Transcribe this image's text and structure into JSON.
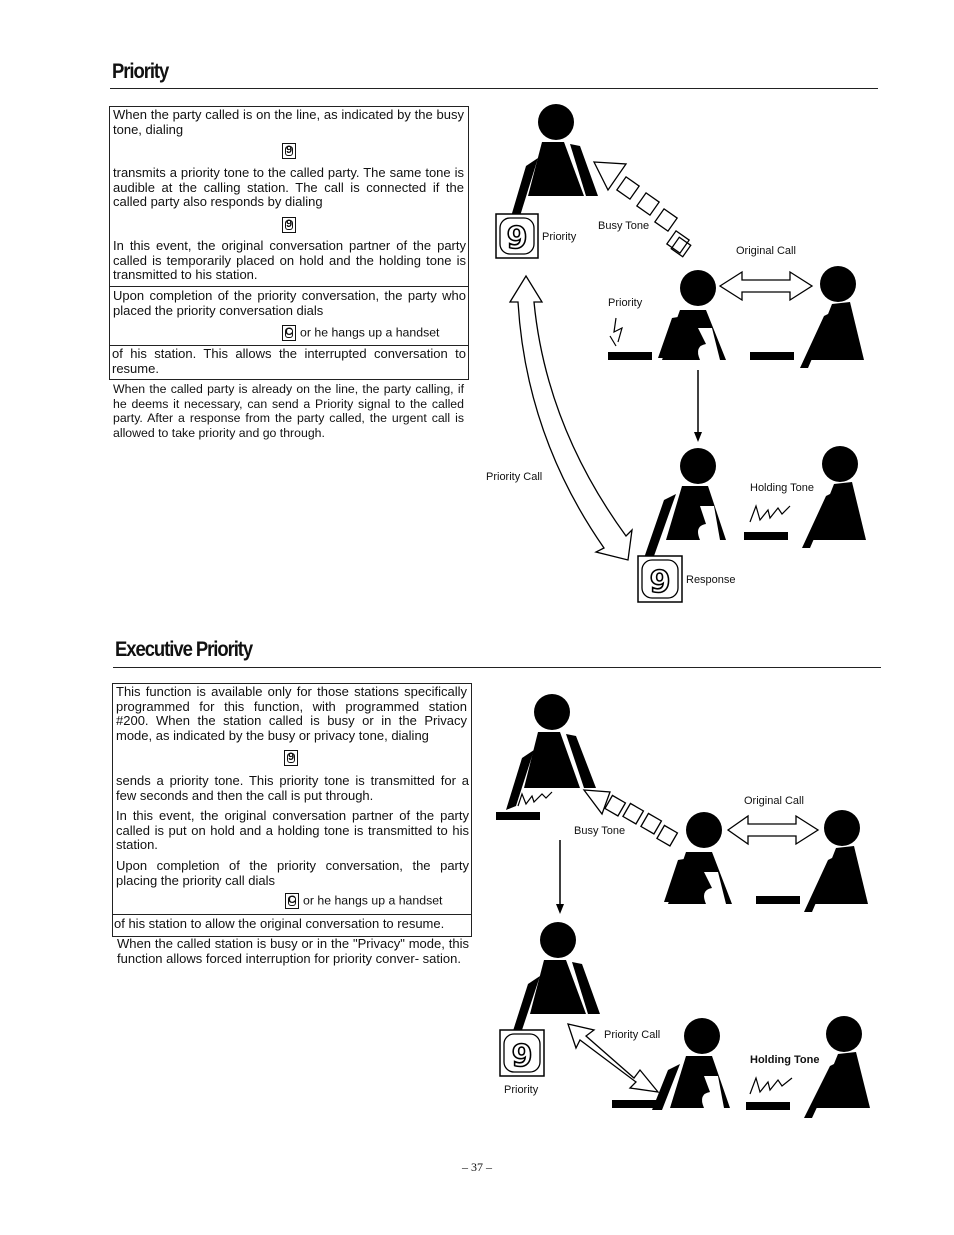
{
  "section1": {
    "title": "Priority",
    "p1": "When the party called is on the line, as indicated by the busy tone, dialing",
    "key1": "9",
    "p2": "transmits a priority tone to the called party. The same tone is audible at the calling station. The call is connected if the called party also responds by dialing",
    "key2": "9",
    "p3": "In this event, the original conversation partner of the party called is temporarily placed on hold and the holding tone is transmitted to his station.",
    "p4": "Upon completion of the priority conversation, the party who placed the priority conversation dials",
    "key3": "C",
    "key3_suffix": "or he hangs up a handset",
    "p5": "of his station. This allows the interrupted conversation to resume.",
    "p6": "When the called party is already on the line, the party calling, if he deems it necessary, can send a Priority signal to the called party. After a response from the party called, the urgent call is allowed to take priority and go through.",
    "figure": {
      "key_label_1": "9",
      "label_priority_1": "Priority",
      "label_busy_tone": "Busy Tone",
      "label_original_call": "Original Call",
      "label_priority_2": "Priority",
      "label_priority_call": "Priority Call",
      "label_holding_tone": "Holding Tone",
      "key_label_2": "9",
      "label_response": "Response"
    }
  },
  "section2": {
    "title": "Executive Priority",
    "p1": "This function is available only for those stations specifically programmed for this function, with programmed station #200. When the station called is busy or in the Privacy mode, as indicated by the busy or privacy tone, dialing",
    "key1": "9",
    "p2": "sends a priority tone. This priority tone is transmitted for a few seconds and then the call is put through.",
    "p3": "In this event, the original conversation partner of the party called is put on hold and a holding tone is transmitted to his station.",
    "p4": "Upon completion of the priority conversation, the party placing the priority call dials",
    "key2": "C",
    "key2_suffix": "or he hangs up a handset",
    "p5": "of his station to allow the original conversation to resume.",
    "p6": "When the called station is busy or in the \"Privacy\" mode, this function allows forced interruption for priority conver- sation.",
    "figure": {
      "label_original_call": "Original Call",
      "label_busy_tone": "Busy Tone",
      "label_priority_call": "Priority Call",
      "label_holding_tone": "Holding Tone",
      "key_label": "9",
      "label_priority": "Priority"
    }
  },
  "page_number": "– 37 –"
}
